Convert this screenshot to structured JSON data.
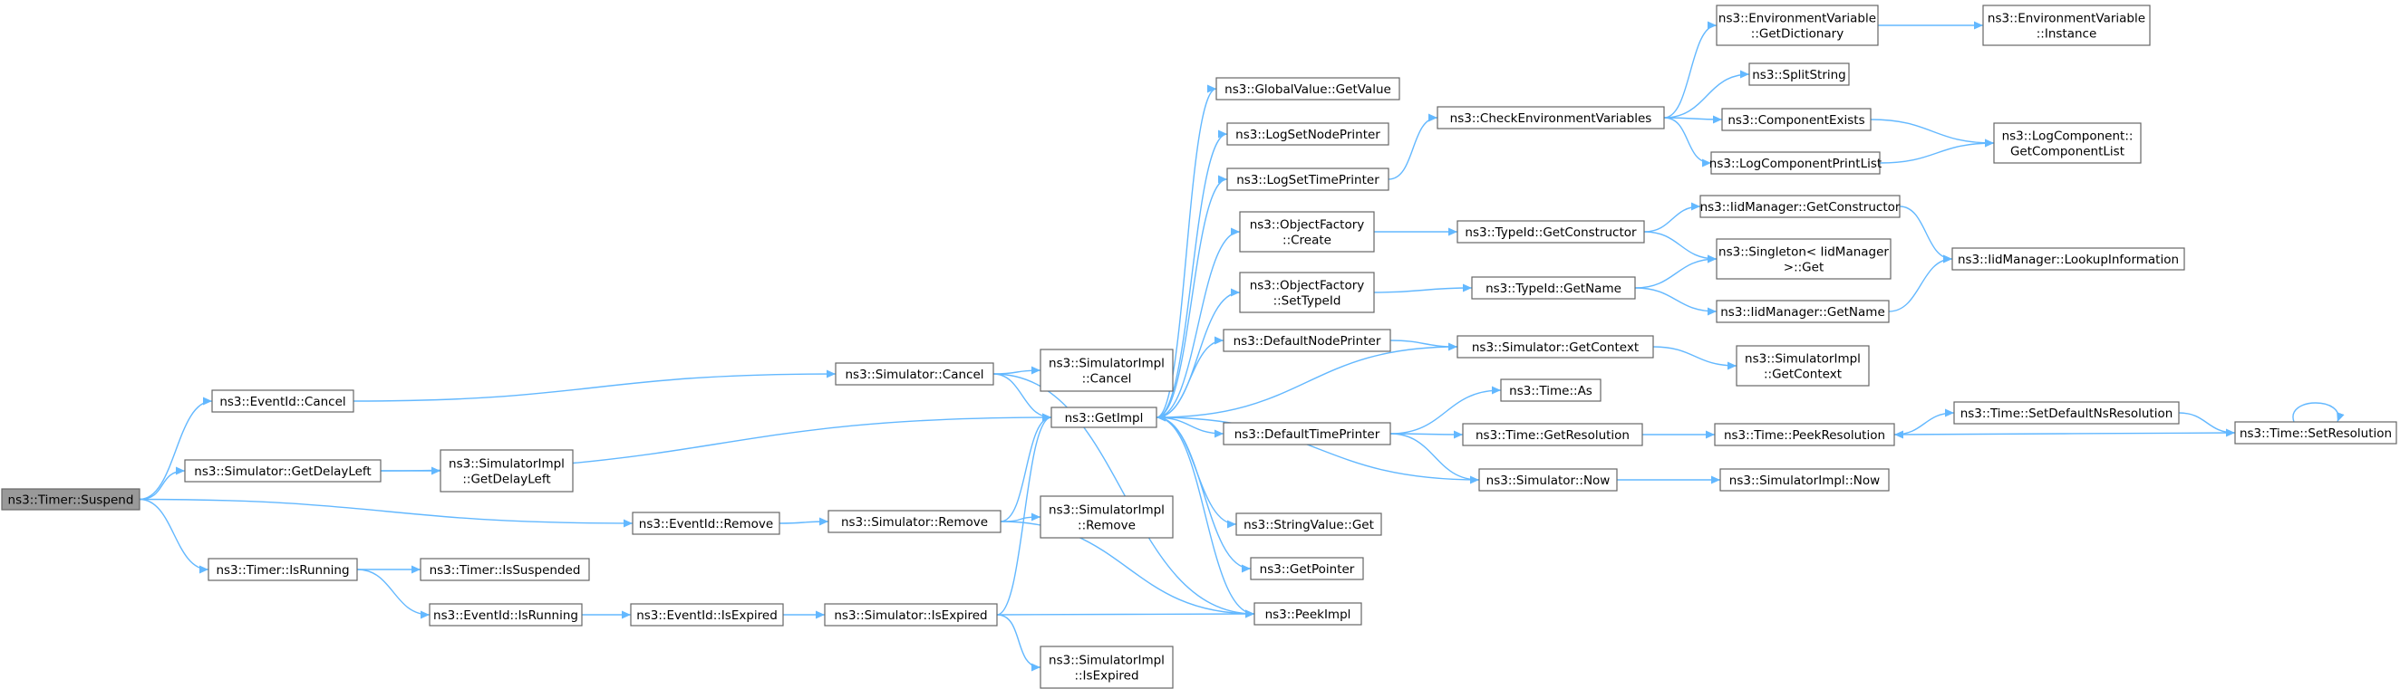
{
  "graph": {
    "edge_color": "#63b8ff",
    "node_border_color": "#666666",
    "root_fill_color": "#999999",
    "root": "ns3::Timer::Suspend",
    "nodes": [
      {
        "id": "suspend",
        "lines": [
          "ns3::Timer::Suspend"
        ],
        "root": true
      },
      {
        "id": "eventid_cancel",
        "lines": [
          "ns3::EventId::Cancel"
        ]
      },
      {
        "id": "sim_getdelayleft",
        "lines": [
          "ns3::Simulator::GetDelayLeft"
        ]
      },
      {
        "id": "eventid_remove",
        "lines": [
          "ns3::EventId::Remove"
        ]
      },
      {
        "id": "timer_isrunning",
        "lines": [
          "ns3::Timer::IsRunning"
        ]
      },
      {
        "id": "sim_cancel",
        "lines": [
          "ns3::Simulator::Cancel"
        ]
      },
      {
        "id": "simimpl_getdelayleft",
        "lines": [
          "ns3::SimulatorImpl",
          "::GetDelayLeft"
        ]
      },
      {
        "id": "sim_remove",
        "lines": [
          "ns3::Simulator::Remove"
        ]
      },
      {
        "id": "timer_issuspended",
        "lines": [
          "ns3::Timer::IsSuspended"
        ]
      },
      {
        "id": "eventid_isrunning",
        "lines": [
          "ns3::EventId::IsRunning"
        ]
      },
      {
        "id": "eventid_isexpired",
        "lines": [
          "ns3::EventId::IsExpired"
        ]
      },
      {
        "id": "sim_isexpired",
        "lines": [
          "ns3::Simulator::IsExpired"
        ]
      },
      {
        "id": "simimpl_cancel",
        "lines": [
          "ns3::SimulatorImpl",
          "::Cancel"
        ]
      },
      {
        "id": "getimpl",
        "lines": [
          "ns3::GetImpl"
        ]
      },
      {
        "id": "simimpl_remove",
        "lines": [
          "ns3::SimulatorImpl",
          "::Remove"
        ]
      },
      {
        "id": "simimpl_isexpired",
        "lines": [
          "ns3::SimulatorImpl",
          "::IsExpired"
        ]
      },
      {
        "id": "peekimpl",
        "lines": [
          "ns3::PeekImpl"
        ]
      },
      {
        "id": "gv_getvalue",
        "lines": [
          "ns3::GlobalValue::GetValue"
        ]
      },
      {
        "id": "logsetnodeprinter",
        "lines": [
          "ns3::LogSetNodePrinter"
        ]
      },
      {
        "id": "logsettimeprinter",
        "lines": [
          "ns3::LogSetTimePrinter"
        ]
      },
      {
        "id": "of_create",
        "lines": [
          "ns3::ObjectFactory",
          "::Create"
        ]
      },
      {
        "id": "of_settypeid",
        "lines": [
          "ns3::ObjectFactory",
          "::SetTypeId"
        ]
      },
      {
        "id": "defaultnodeprinter",
        "lines": [
          "ns3::DefaultNodePrinter"
        ]
      },
      {
        "id": "defaulttimeprinter",
        "lines": [
          "ns3::DefaultTimePrinter"
        ]
      },
      {
        "id": "stringvalue_get",
        "lines": [
          "ns3::StringValue::Get"
        ]
      },
      {
        "id": "getpointer",
        "lines": [
          "ns3::GetPointer"
        ]
      },
      {
        "id": "checkenvvars",
        "lines": [
          "ns3::CheckEnvironmentVariables"
        ]
      },
      {
        "id": "typeid_getconstructor",
        "lines": [
          "ns3::TypeId::GetConstructor"
        ]
      },
      {
        "id": "typeid_getname",
        "lines": [
          "ns3::TypeId::GetName"
        ]
      },
      {
        "id": "sim_getcontext",
        "lines": [
          "ns3::Simulator::GetContext"
        ]
      },
      {
        "id": "time_as",
        "lines": [
          "ns3::Time::As"
        ]
      },
      {
        "id": "time_getresolution",
        "lines": [
          "ns3::Time::GetResolution"
        ]
      },
      {
        "id": "sim_now",
        "lines": [
          "ns3::Simulator::Now"
        ]
      },
      {
        "id": "envvar_getdictionary",
        "lines": [
          "ns3::EnvironmentVariable",
          "::GetDictionary"
        ]
      },
      {
        "id": "splitstring",
        "lines": [
          "ns3::SplitString"
        ]
      },
      {
        "id": "componentexists",
        "lines": [
          "ns3::ComponentExists"
        ]
      },
      {
        "id": "logcomponentprintlist",
        "lines": [
          "ns3::LogComponentPrintList"
        ]
      },
      {
        "id": "iidmgr_getconstructor",
        "lines": [
          "ns3::IidManager::GetConstructor"
        ]
      },
      {
        "id": "singleton_get",
        "lines": [
          "ns3::Singleton< IidManager",
          " >::Get"
        ]
      },
      {
        "id": "iidmgr_getname",
        "lines": [
          "ns3::IidManager::GetName"
        ]
      },
      {
        "id": "simimpl_getcontext",
        "lines": [
          "ns3::SimulatorImpl",
          "::GetContext"
        ]
      },
      {
        "id": "time_peekresolution",
        "lines": [
          "ns3::Time::PeekResolution"
        ]
      },
      {
        "id": "simimpl_now",
        "lines": [
          "ns3::SimulatorImpl::Now"
        ]
      },
      {
        "id": "envvar_instance",
        "lines": [
          "ns3::EnvironmentVariable",
          "::Instance"
        ]
      },
      {
        "id": "logcomp_getcomponentlist",
        "lines": [
          "ns3::LogComponent::",
          "GetComponentList"
        ]
      },
      {
        "id": "iidmgr_lookupinformation",
        "lines": [
          "ns3::IidManager::LookupInformation"
        ]
      },
      {
        "id": "time_setdefaultnsresolution",
        "lines": [
          "ns3::Time::SetDefaultNsResolution"
        ]
      },
      {
        "id": "time_setresolution",
        "lines": [
          "ns3::Time::SetResolution"
        ]
      }
    ],
    "edges": [
      [
        "suspend",
        "eventid_cancel"
      ],
      [
        "suspend",
        "sim_getdelayleft"
      ],
      [
        "suspend",
        "eventid_remove"
      ],
      [
        "suspend",
        "timer_isrunning"
      ],
      [
        "eventid_cancel",
        "sim_cancel"
      ],
      [
        "sim_cancel",
        "simimpl_cancel"
      ],
      [
        "sim_cancel",
        "getimpl"
      ],
      [
        "sim_cancel",
        "peekimpl"
      ],
      [
        "sim_getdelayleft",
        "simimpl_getdelayleft"
      ],
      [
        "sim_getdelayleft",
        "getimpl"
      ],
      [
        "eventid_remove",
        "sim_remove"
      ],
      [
        "sim_remove",
        "simimpl_remove"
      ],
      [
        "sim_remove",
        "getimpl"
      ],
      [
        "sim_remove",
        "peekimpl"
      ],
      [
        "timer_isrunning",
        "timer_issuspended"
      ],
      [
        "timer_isrunning",
        "eventid_isrunning"
      ],
      [
        "eventid_isrunning",
        "eventid_isexpired"
      ],
      [
        "eventid_isexpired",
        "sim_isexpired"
      ],
      [
        "sim_isexpired",
        "simimpl_isexpired"
      ],
      [
        "sim_isexpired",
        "getimpl"
      ],
      [
        "sim_isexpired",
        "peekimpl"
      ],
      [
        "getimpl",
        "gv_getvalue"
      ],
      [
        "getimpl",
        "logsetnodeprinter"
      ],
      [
        "getimpl",
        "logsettimeprinter"
      ],
      [
        "getimpl",
        "of_create"
      ],
      [
        "getimpl",
        "of_settypeid"
      ],
      [
        "getimpl",
        "defaultnodeprinter"
      ],
      [
        "getimpl",
        "defaulttimeprinter"
      ],
      [
        "getimpl",
        "stringvalue_get"
      ],
      [
        "getimpl",
        "getpointer"
      ],
      [
        "getimpl",
        "peekimpl"
      ],
      [
        "logsettimeprinter",
        "checkenvvars"
      ],
      [
        "checkenvvars",
        "envvar_getdictionary"
      ],
      [
        "checkenvvars",
        "splitstring"
      ],
      [
        "checkenvvars",
        "componentexists"
      ],
      [
        "checkenvvars",
        "logcomponentprintlist"
      ],
      [
        "envvar_getdictionary",
        "envvar_instance"
      ],
      [
        "componentexists",
        "logcomp_getcomponentlist"
      ],
      [
        "logcomponentprintlist",
        "logcomp_getcomponentlist"
      ],
      [
        "of_create",
        "typeid_getconstructor"
      ],
      [
        "typeid_getconstructor",
        "iidmgr_getconstructor"
      ],
      [
        "typeid_getconstructor",
        "singleton_get"
      ],
      [
        "iidmgr_getconstructor",
        "iidmgr_lookupinformation"
      ],
      [
        "of_settypeid",
        "typeid_getname"
      ],
      [
        "typeid_getname",
        "singleton_get"
      ],
      [
        "typeid_getname",
        "iidmgr_getname"
      ],
      [
        "iidmgr_getname",
        "iidmgr_lookupinformation"
      ],
      [
        "defaultnodeprinter",
        "sim_getcontext"
      ],
      [
        "sim_getcontext",
        "getimpl"
      ],
      [
        "sim_getcontext",
        "simimpl_getcontext"
      ],
      [
        "defaulttimeprinter",
        "time_as"
      ],
      [
        "defaulttimeprinter",
        "time_getresolution"
      ],
      [
        "defaulttimeprinter",
        "sim_now"
      ],
      [
        "time_getresolution",
        "time_peekresolution"
      ],
      [
        "time_peekresolution",
        "time_setdefaultnsresolution"
      ],
      [
        "time_setdefaultnsresolution",
        "time_setresolution"
      ],
      [
        "time_setresolution",
        "time_peekresolution"
      ],
      [
        "time_setresolution",
        "time_setresolution"
      ],
      [
        "sim_now",
        "getimpl"
      ],
      [
        "sim_now",
        "simimpl_now"
      ]
    ]
  }
}
